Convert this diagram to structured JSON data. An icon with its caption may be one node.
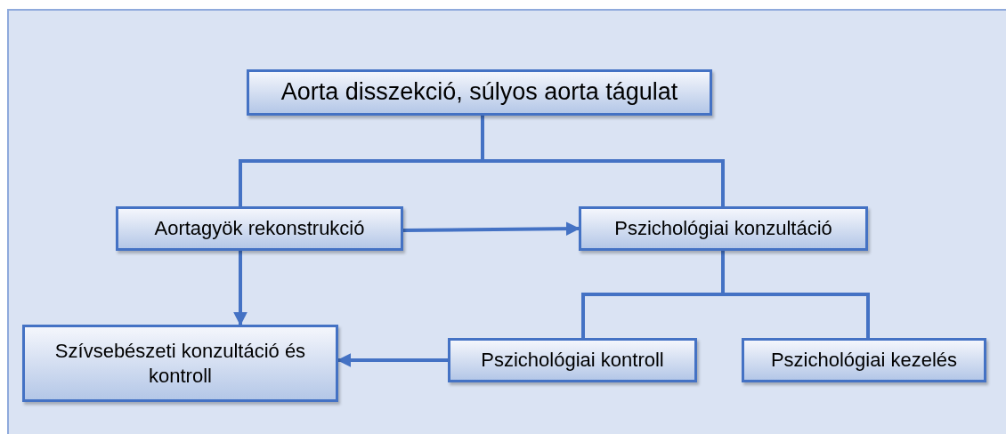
{
  "diagram": {
    "nodes": [
      {
        "text": [
          "Aorta disszekció, súlyos aorta tágulat"
        ]
      },
      {
        "text": [
          "Aortagyök rekonstrukció"
        ]
      },
      {
        "text": [
          "Pszichológiai konzultáció"
        ]
      },
      {
        "text": [
          "Szívsebészeti konzultáció és kontroll"
        ]
      },
      {
        "text": [
          "Pszichológiai kontroll"
        ]
      },
      {
        "text": [
          "Pszichológiai kezelés"
        ]
      }
    ],
    "edges": [
      {
        "from": 0,
        "to": 1,
        "arrow": "none"
      },
      {
        "from": 0,
        "to": 2,
        "arrow": "none"
      },
      {
        "from": 1,
        "to": 2,
        "arrow": "to"
      },
      {
        "from": 1,
        "to": 3,
        "arrow": "to"
      },
      {
        "from": 2,
        "to": 4,
        "arrow": "none"
      },
      {
        "from": 2,
        "to": 5,
        "arrow": "none"
      },
      {
        "from": 4,
        "to": 3,
        "arrow": "to"
      }
    ]
  }
}
